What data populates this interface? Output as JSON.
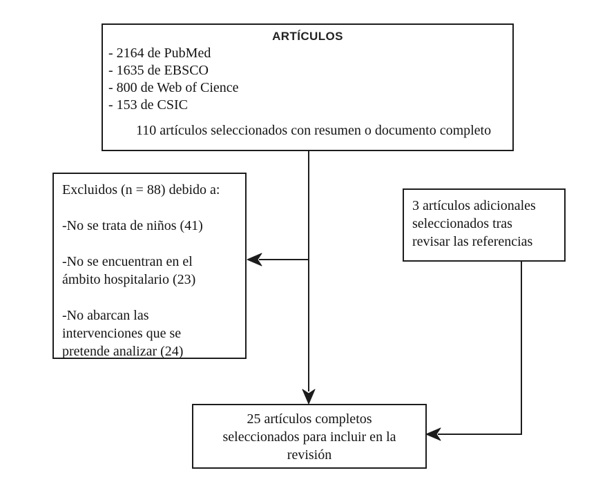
{
  "diagram": {
    "background_color": "#ffffff",
    "line_color": "#1c1c1c",
    "boxes": {
      "articles": {
        "title": "ARTÍCULOS",
        "items": [
          "- 2164 de PubMed",
          "- 1635 de EBSCO",
          "- 800 de Web of Cience",
          "- 153 de CSIC"
        ],
        "summary": "110 artículos seleccionados con resumen o documento completo"
      },
      "excluded": {
        "text": "Excluidos (n = 88) debido a:\n\n-No se trata de niños (41)\n\n-No se encuentran en el\námbito hospitalario (23)\n\n-No abarcan las\nintervenciones que se\npretende analizar (24)"
      },
      "additional": {
        "text": "3 artículos adicionales\nseleccionados tras\nrevisar las referencias"
      },
      "included": {
        "text": "25 artículos completos\nseleccionados para incluir en la\nrevisión"
      }
    }
  }
}
